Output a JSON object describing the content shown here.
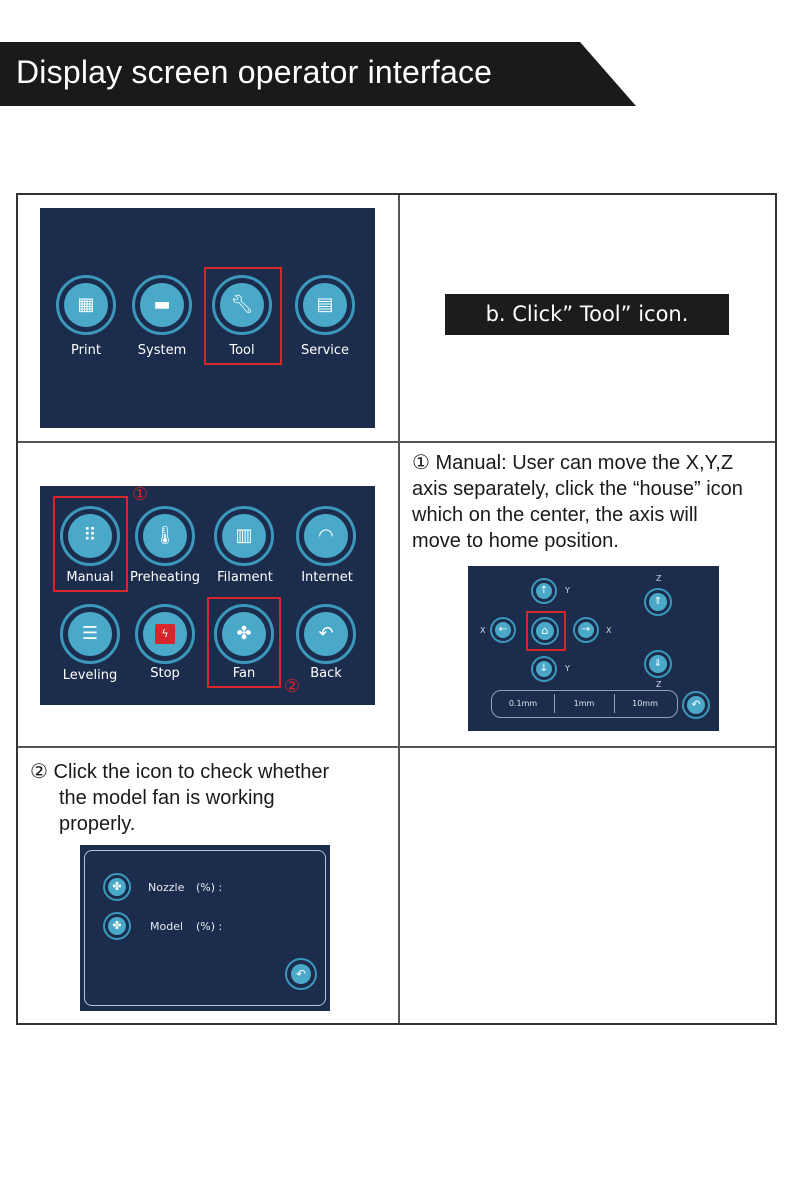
{
  "banner": {
    "title": "Display screen operator interface"
  },
  "main_menu": {
    "items": [
      {
        "label": "Print",
        "icon": "printer-icon"
      },
      {
        "label": "System",
        "icon": "toolbox-icon"
      },
      {
        "label": "Tool",
        "icon": "wrench-icon"
      },
      {
        "label": "Service",
        "icon": "document-icon"
      }
    ]
  },
  "step_b": {
    "caption": "b. Click” Tool” icon."
  },
  "tool_menu": {
    "items": [
      {
        "label": "Manual",
        "icon": "grid-hand-icon"
      },
      {
        "label": "Preheating",
        "icon": "thermometer-icon"
      },
      {
        "label": "Filament",
        "icon": "filament-spool-icon"
      },
      {
        "label": "Internet",
        "icon": "wifi-icon"
      },
      {
        "label": "Leveling",
        "icon": "sliders-icon"
      },
      {
        "label": "Stop",
        "icon": "stop-icon"
      },
      {
        "label": "Fan",
        "icon": "fan-icon"
      },
      {
        "label": "Back",
        "icon": "back-arrow-icon"
      }
    ],
    "marker_1": "①",
    "marker_2": "②"
  },
  "manual_note": {
    "number": "①",
    "lines": [
      "Manual: User can move the X,Y,Z",
      "axis separately, click the “house” icon",
      "which on the center, the axis will",
      "move to home position."
    ]
  },
  "manual_screen": {
    "axis_labels": {
      "y_top": "Y",
      "y_bottom": "Y",
      "x_left": "X",
      "x_right": "X",
      "z_top": "Z",
      "z_bottom": "Z"
    },
    "steps": [
      "0.1mm",
      "1mm",
      "10mm"
    ]
  },
  "fan_note": {
    "number": "②",
    "lines": [
      "Click the icon to check whether",
      "the model fan is working",
      "properly."
    ]
  },
  "fan_screen": {
    "nozzle_label": "Nozzle",
    "nozzle_unit": "(%) :",
    "model_label": "Model",
    "model_unit": "(%) :"
  },
  "colors": {
    "screen_bg": "#1c2c4c",
    "icon_fill": "#4aa9c9",
    "highlight": "#d8262a"
  }
}
